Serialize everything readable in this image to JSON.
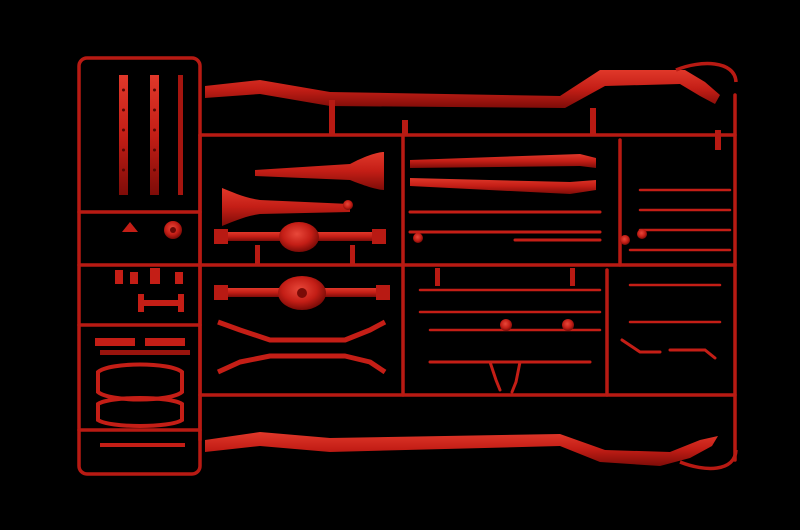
{
  "image": {
    "subject": "plastic-model-kit-sprue",
    "background_color": "#000000",
    "plastic_color": "#c41e16",
    "highlight_color": "#e23a2c",
    "shadow_color": "#7e0c08",
    "parts": [
      "chassis-frame-rail-top",
      "chassis-frame-rail-bottom",
      "axle-tube-left",
      "axle-tube-right",
      "axle-tube-lower",
      "rear-axle-housing-upper",
      "rear-axle-housing-lower",
      "leaf-spring",
      "crossmember",
      "brake-rods",
      "steering-linkage",
      "small-brackets"
    ]
  }
}
